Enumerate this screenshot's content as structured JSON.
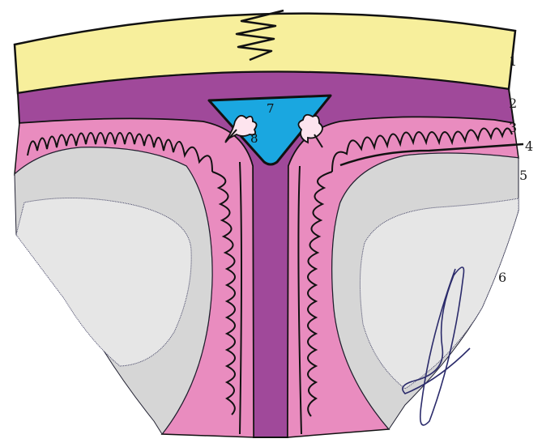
{
  "diagram": {
    "labels": [
      {
        "id": "1",
        "text": "1"
      },
      {
        "id": "2",
        "text": "2"
      },
      {
        "id": "3",
        "text": "3"
      },
      {
        "id": "4",
        "text": "4"
      },
      {
        "id": "5",
        "text": "5"
      },
      {
        "id": "6",
        "text": "6"
      },
      {
        "id": "7",
        "text": "7"
      },
      {
        "id": "8",
        "text": "8"
      }
    ],
    "colors": {
      "bone": "#f7ef9c",
      "dura": "#a0499a",
      "pia": "#e98cbf",
      "cortex_gray": "#d6d6d6",
      "white_matter": "#e6e6e6",
      "sinus": "#1aa7e0",
      "outline": "#111111",
      "signature": "#2b2b6b"
    }
  }
}
